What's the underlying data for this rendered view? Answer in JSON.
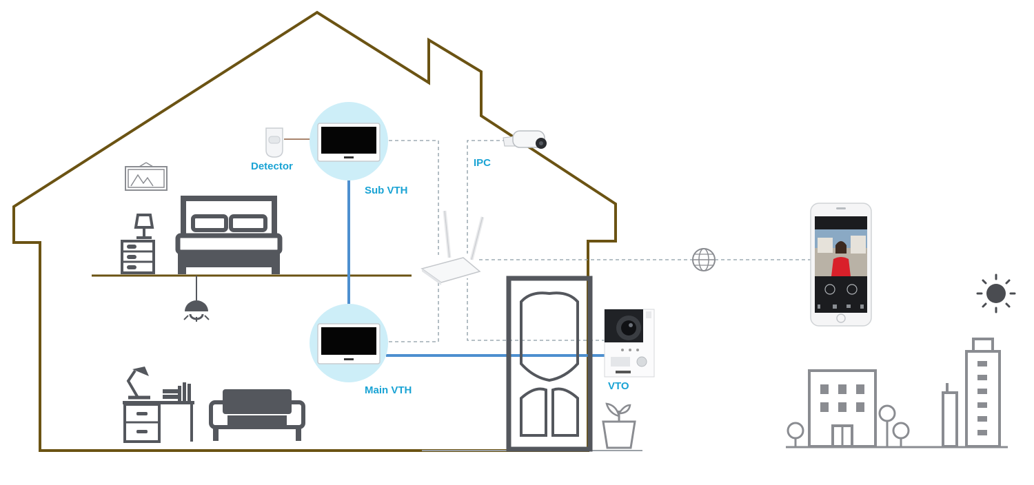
{
  "labels": {
    "detector": "Detector",
    "sub_vth": "Sub VTH",
    "ipc": "IPC",
    "main_vth": "Main VTH",
    "vto": "VTO"
  },
  "colors": {
    "house_outline": "#6b5313",
    "label_text": "#1aa3d4",
    "monitor_halo": "#cdeef8",
    "icon_gray": "#54575d",
    "wire_solid": "#4d8fcf",
    "wire_dashed": "#8a9aa3"
  },
  "icons": [
    "detector-icon",
    "monitor-icon",
    "camera-icon",
    "router-icon",
    "globe-icon",
    "phone-icon",
    "door-icon",
    "door-station-icon",
    "bed-icon",
    "nightstand-icon",
    "lamp-icon",
    "pendant-light-icon",
    "picture-frame-icon",
    "desk-icon",
    "desk-lamp-icon",
    "books-icon",
    "sofa-icon",
    "plant-icon",
    "sun-icon",
    "building-icon",
    "tree-icon"
  ]
}
